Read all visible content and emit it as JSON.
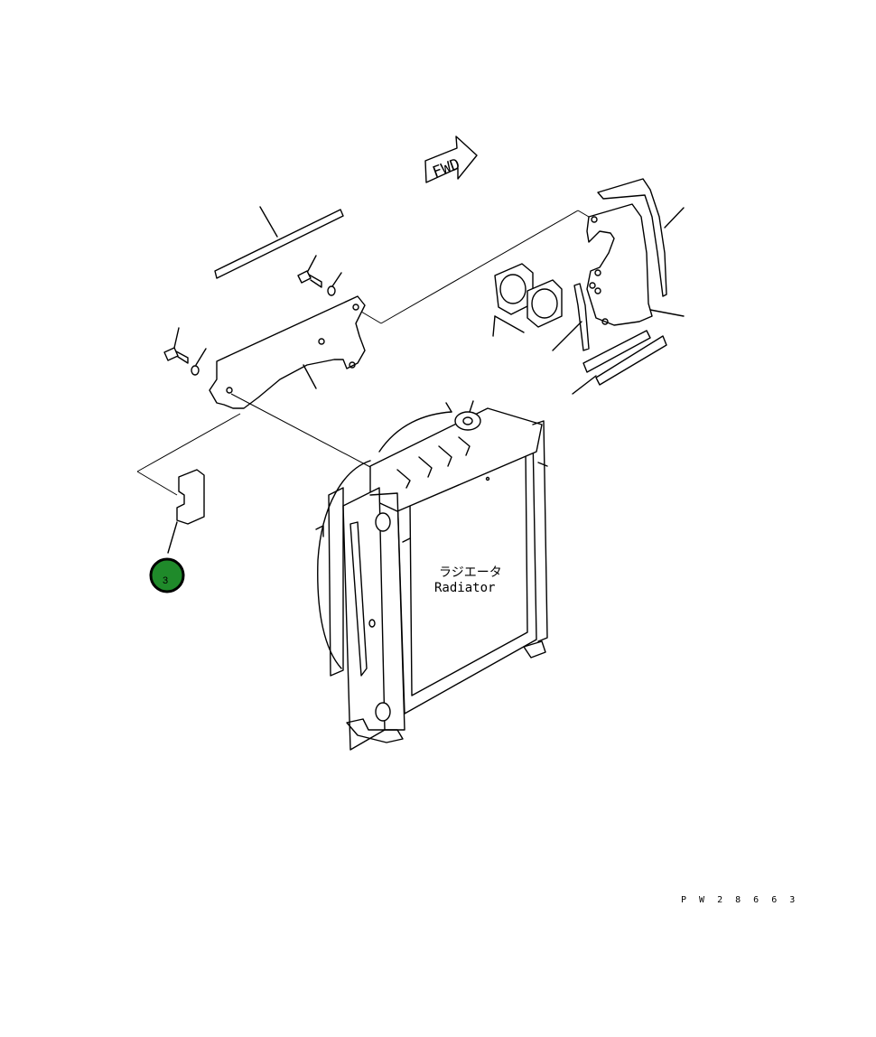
{
  "labels": {
    "radiator_jp": "ラジエータ",
    "radiator_en": "Radiator",
    "fwd": "FWD",
    "drawing_code": "P W 2 8 6 6 3"
  },
  "callouts": [
    {
      "number": "3",
      "fill_color": "#1f8a2a",
      "border_color": "#000000"
    }
  ]
}
